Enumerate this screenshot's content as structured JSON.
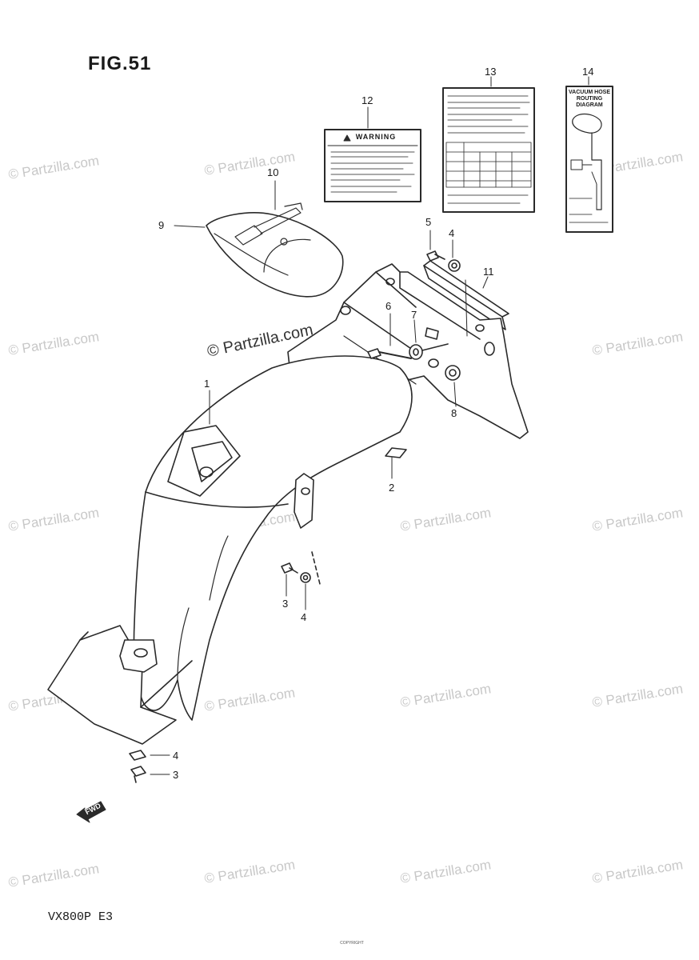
{
  "figure": {
    "title": "FIG.51",
    "model": "VX800P  E3"
  },
  "labels": {
    "warning_title": "WARNING",
    "vacuum_title": "VACUUM HOSE ROUTING DIAGRAM",
    "fwd": "FWD"
  },
  "watermark": "© Partzilla.com",
  "footer": "COPYRIGHT",
  "callouts": [
    {
      "id": "c1",
      "text": "1"
    },
    {
      "id": "c2",
      "text": "2"
    },
    {
      "id": "c3a",
      "text": "3"
    },
    {
      "id": "c3b",
      "text": "3"
    },
    {
      "id": "c4a",
      "text": "4"
    },
    {
      "id": "c4b",
      "text": "4"
    },
    {
      "id": "c4c",
      "text": "4"
    },
    {
      "id": "c5",
      "text": "5"
    },
    {
      "id": "c6",
      "text": "6"
    },
    {
      "id": "c7",
      "text": "7"
    },
    {
      "id": "c8",
      "text": "8"
    },
    {
      "id": "c9",
      "text": "9"
    },
    {
      "id": "c10",
      "text": "10"
    },
    {
      "id": "c11",
      "text": "11"
    },
    {
      "id": "c12",
      "text": "12"
    },
    {
      "id": "c13",
      "text": "13"
    },
    {
      "id": "c14",
      "text": "14"
    }
  ]
}
